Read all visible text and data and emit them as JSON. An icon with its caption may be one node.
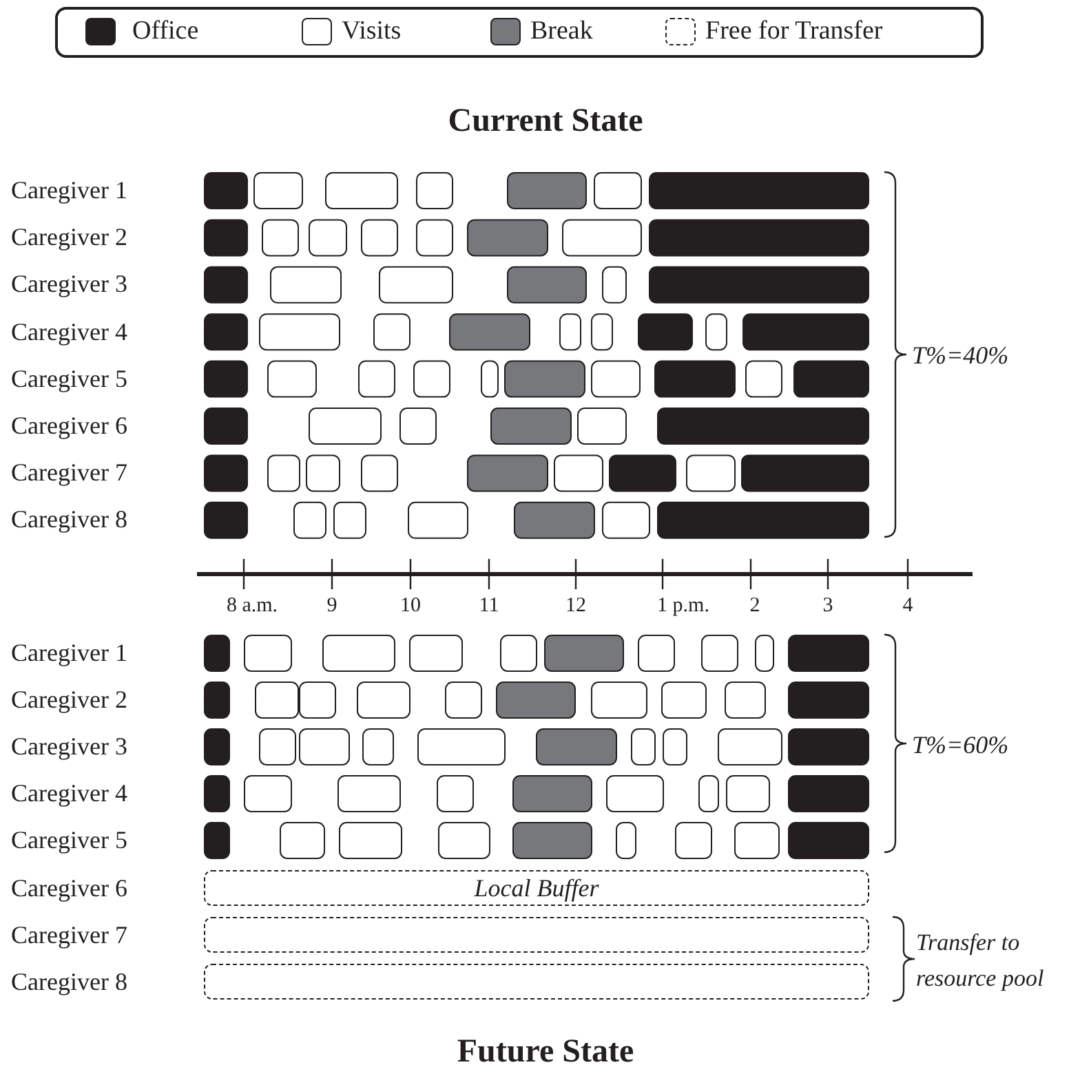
{
  "diagram": {
    "title": "Current State",
    "nodes": [
      {
        "text": [
          "Local Buffer"
        ]
      },
      {
        "text": [],
        "shape": "box"
      },
      {
        "text": [],
        "shape": "box"
      }
    ],
    "edges": [],
    "labels": [
      "Caregiver 1",
      "Caregiver 2",
      "Caregiver 3",
      "Caregiver 4",
      "Caregiver 5",
      "Caregiver 6",
      "Caregiver 7",
      "Caregiver 8",
      "T%=40%",
      "8 a.m.",
      "9",
      "10",
      "11",
      "12",
      "1 p.m.",
      "2",
      "3",
      "4",
      "Caregiver 1",
      "Caregiver 2",
      "Caregiver 3",
      "Caregiver 4",
      "Caregiver 5",
      "Caregiver 6",
      "Caregiver 7",
      "Caregiver 8",
      "T%=60%",
      "Transfer to resource pool",
      "Future State"
    ],
    "legend": [
      {
        "text": "Office",
        "color": "#231f20"
      },
      {
        "text": "Visits",
        "color": "#ffffff"
      },
      {
        "text": "Break",
        "color": "#77787b"
      },
      {
        "text": "Free for Transfer"
      }
    ]
  }
}
